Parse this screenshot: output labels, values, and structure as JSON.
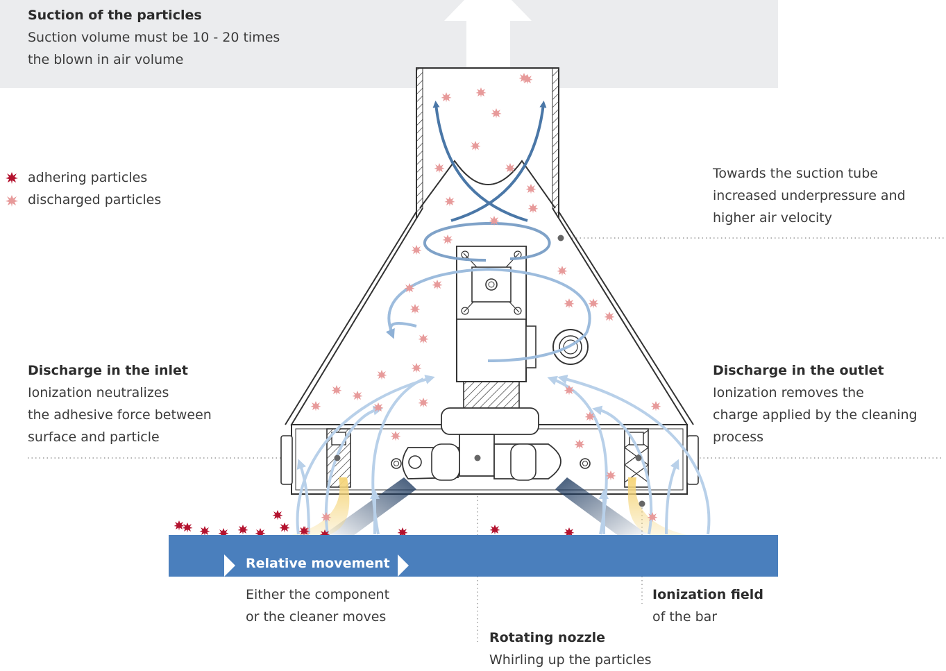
{
  "suction": {
    "title": "Suction of the particles",
    "lines": [
      "Suction volume must be 10 - 20 times",
      "the blown in air volume"
    ]
  },
  "legend": {
    "items": [
      {
        "label": "adhering particles",
        "icon": "adhering-particle-icon",
        "color": "#b3122e"
      },
      {
        "label": "discharged particles",
        "icon": "discharged-particle-icon",
        "color": "#e79a9a"
      }
    ]
  },
  "towards": {
    "lines": [
      "Towards the suction tube",
      "increased underpressure and",
      "higher air velocity"
    ]
  },
  "inlet": {
    "title": "Discharge in the inlet",
    "lines": [
      "Ionization neutralizes",
      "the adhesive force between",
      "surface and particle"
    ]
  },
  "outlet": {
    "title": "Discharge in the outlet",
    "lines": [
      "Ionization removes the",
      "charge applied by the cleaning",
      "process"
    ]
  },
  "movement": {
    "title": "Relative movement",
    "lines": [
      "Either the component",
      "or the cleaner moves"
    ]
  },
  "ionization": {
    "title": "Ionization field",
    "lines": [
      "of the bar"
    ]
  },
  "nozzle": {
    "title": "Rotating nozzle",
    "lines": [
      "Whirling up the particles"
    ]
  },
  "colors": {
    "band": "#4a7fbd",
    "top_panel": "#ebecee",
    "airflow_dark": "#4a77a7",
    "airflow_light": "#b8d0e9",
    "ionization": "#f5d57a"
  }
}
